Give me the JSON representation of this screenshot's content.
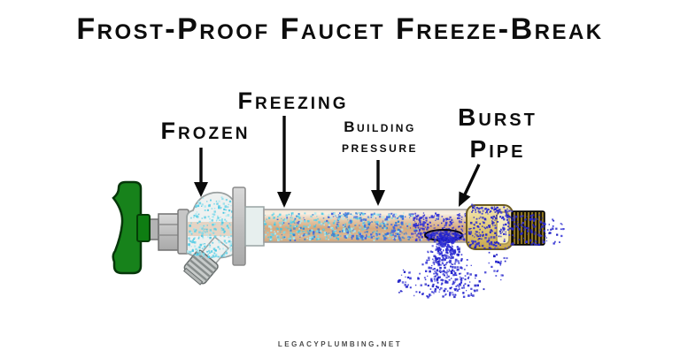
{
  "title": "Frost-Proof Faucet Freeze-Break",
  "labels": {
    "frozen": "Frozen",
    "freezing": "Freezing",
    "building_pressure_line1": "Building",
    "building_pressure_line2": "pressure",
    "burst_line1": "Burst",
    "burst_line2": "Pipe"
  },
  "footer": "legacyplumbing.net",
  "colors": {
    "handle_green": "#17821b",
    "pipe_tan": "#d7ab83",
    "frost_cyan": "#4fc9e2",
    "water_blue": "#2525cf",
    "brass": "#e6cd7d",
    "metal_gray": "#c2c2c2"
  }
}
